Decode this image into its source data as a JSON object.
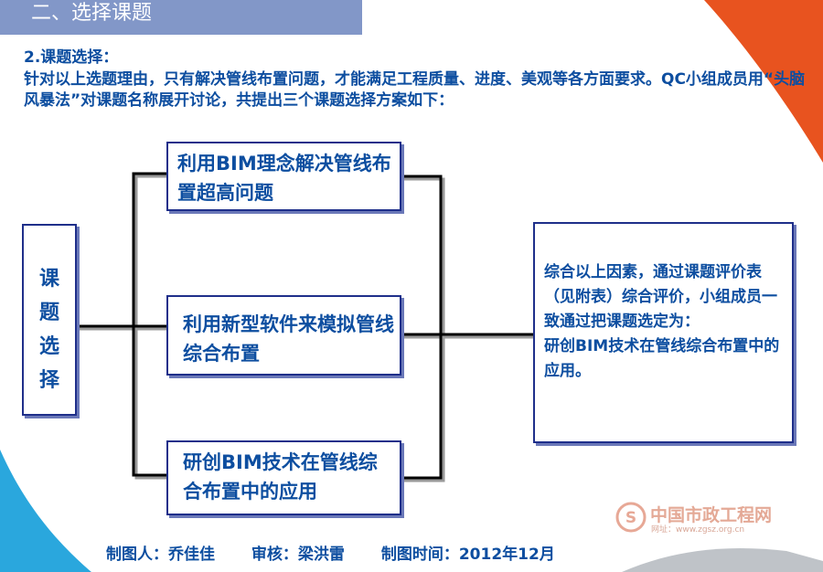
{
  "header": {
    "title": "二、选择课题"
  },
  "intro": {
    "subtitle": "2.课题选择：",
    "paragraph": "针对以上选题理由，只有解决管线布置问题，才能满足工程质量、进度、美观等各方面要求。QC小组成员用“头脑风暴法”对课题名称展开讨论，共提出三个课题选择方案如下："
  },
  "diagram": {
    "side_label": [
      "课",
      "题",
      "选",
      "择"
    ],
    "options": [
      "利用BIM理念解决管线布置超高问题",
      "利用新型软件来模拟管线综合布置",
      "研创BIM技术在管线综合布置中的应用"
    ],
    "result": {
      "text": "综合以上因素，通过课题评价表（见附表）综合评价，小组成员一致通过把课题选定为：",
      "chosen": "研创BIM技术在管线综合布置中的应用。"
    }
  },
  "footer": {
    "drawer": "制图人：乔佳佳",
    "reviewer": "审核：梁洪雷",
    "date": "制图时间：2012年12月"
  },
  "watermark": {
    "name": "中国市政工程网",
    "url": "网址：www.zgsz.org.cn"
  },
  "colors": {
    "header_bg": "#8297c8",
    "text_blue": "#0d4ea0",
    "box_border": "#1f2f8a",
    "corner_orange": "#e8531f",
    "corner_blue": "#2aa7dd"
  }
}
